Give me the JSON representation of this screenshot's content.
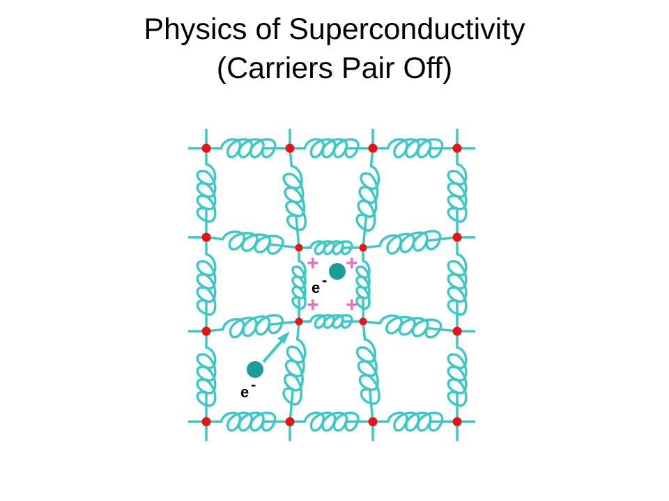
{
  "slide": {
    "title_line1": "Physics of Superconductivity",
    "title_line2": "(Carriers Pair Off)"
  },
  "diagram": {
    "electron_label": "e",
    "electron_superscript": "-",
    "plus_sign": "+",
    "colors": {
      "spring": "#3cc8c8",
      "ion": "#ee1111",
      "electron": "#1a9c9c",
      "plus": "#ee66cc",
      "arrow": "#3cc8c8"
    }
  }
}
